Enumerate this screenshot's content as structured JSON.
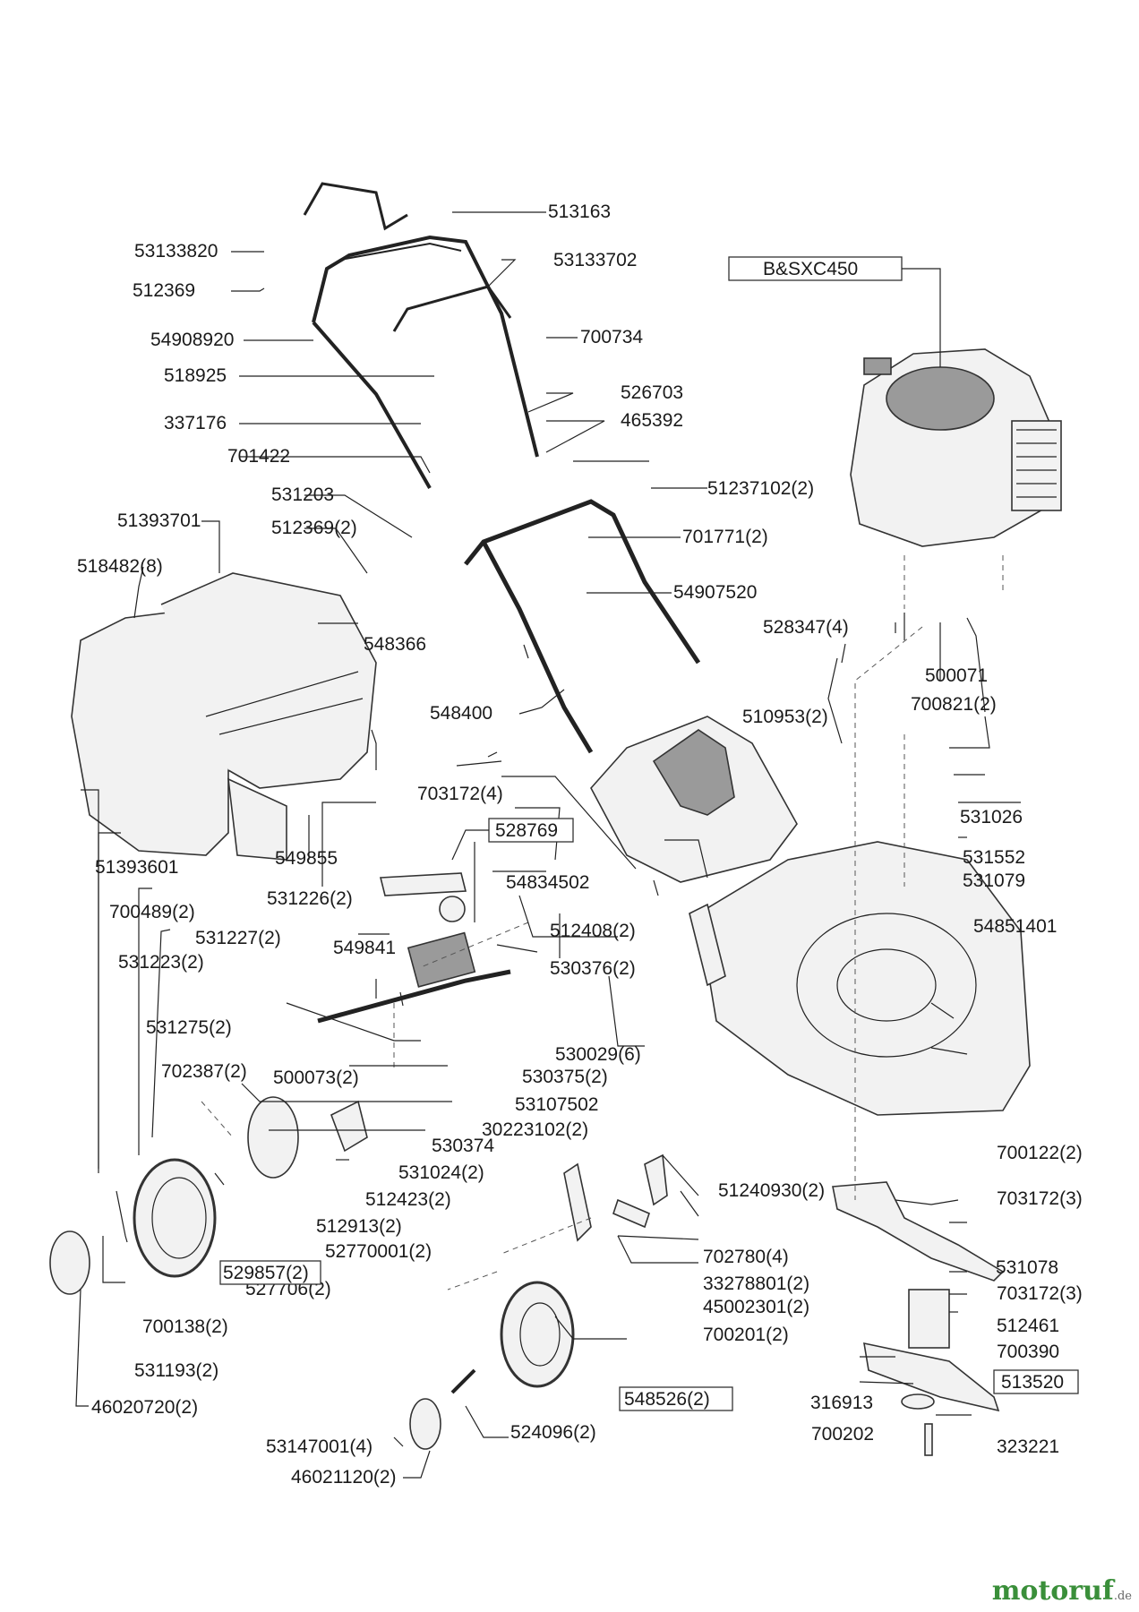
{
  "engine_label": "B&SXC450",
  "watermark": {
    "brand": "motoruf",
    "tld": ".de"
  },
  "labels": {
    "l513163": "513163",
    "l53133820": "53133820",
    "l53133702": "53133702",
    "l512369": "512369",
    "l54908920": "54908920",
    "l700734": "700734",
    "l518925": "518925",
    "l526703": "526703",
    "l337176": "337176",
    "l465392": "465392",
    "l701422": "701422",
    "l531203": "531203",
    "l51237102": "51237102(2)",
    "l51393701": "51393701",
    "l512369_2": "512369(2)",
    "l701771": "701771(2)",
    "l518482": "518482(8)",
    "l54907520": "54907520",
    "l548366": "548366",
    "l528347": "528347(4)",
    "l500071": "500071",
    "l548400": "548400",
    "l700821": "700821(2)",
    "l510953": "510953(2)",
    "l703172_4": "703172(4)",
    "l531026": "531026",
    "l528769": "528769",
    "l51393601": "51393601",
    "l549855": "549855",
    "l531552": "531552",
    "l54834502": "54834502",
    "l531079": "531079",
    "l700489": "700489(2)",
    "l531226": "531226(2)",
    "l531227": "531227(2)",
    "l549841": "549841",
    "l512408": "512408(2)",
    "l54851401": "54851401",
    "l531223": "531223(2)",
    "l530376": "530376(2)",
    "l531275": "531275(2)",
    "l530029": "530029(6)",
    "l702387": "702387(2)",
    "l500073": "500073(2)",
    "l530375": "530375(2)",
    "l53107502": "53107502",
    "l30223102": "30223102(2)",
    "l530374": "530374",
    "l700122": "700122(2)",
    "l531024": "531024(2)",
    "l51240930": "51240930(2)",
    "l703172_3a": "703172(3)",
    "l512423": "512423(2)",
    "l512913": "512913(2)",
    "l52770001": "52770001(2)",
    "l529857": "529857(2)",
    "l527706": "527706(2)",
    "l702780": "702780(4)",
    "l531078": "531078",
    "l33278801": "33278801(2)",
    "l703172_3b": "703172(3)",
    "l45002301": "45002301(2)",
    "l700138": "700138(2)",
    "l700201": "700201(2)",
    "l512461": "512461",
    "l700390": "700390",
    "l531193": "531193(2)",
    "l513520": "513520",
    "l548526": "548526(2)",
    "l316913": "316913",
    "l46020720": "46020720(2)",
    "l700202": "700202",
    "l323221": "323221",
    "l53147001": "53147001(4)",
    "l524096": "524096(2)",
    "l46021120": "46021120(2)"
  },
  "colors": {
    "ink": "#222222",
    "watermark": "#3a8f3a"
  }
}
